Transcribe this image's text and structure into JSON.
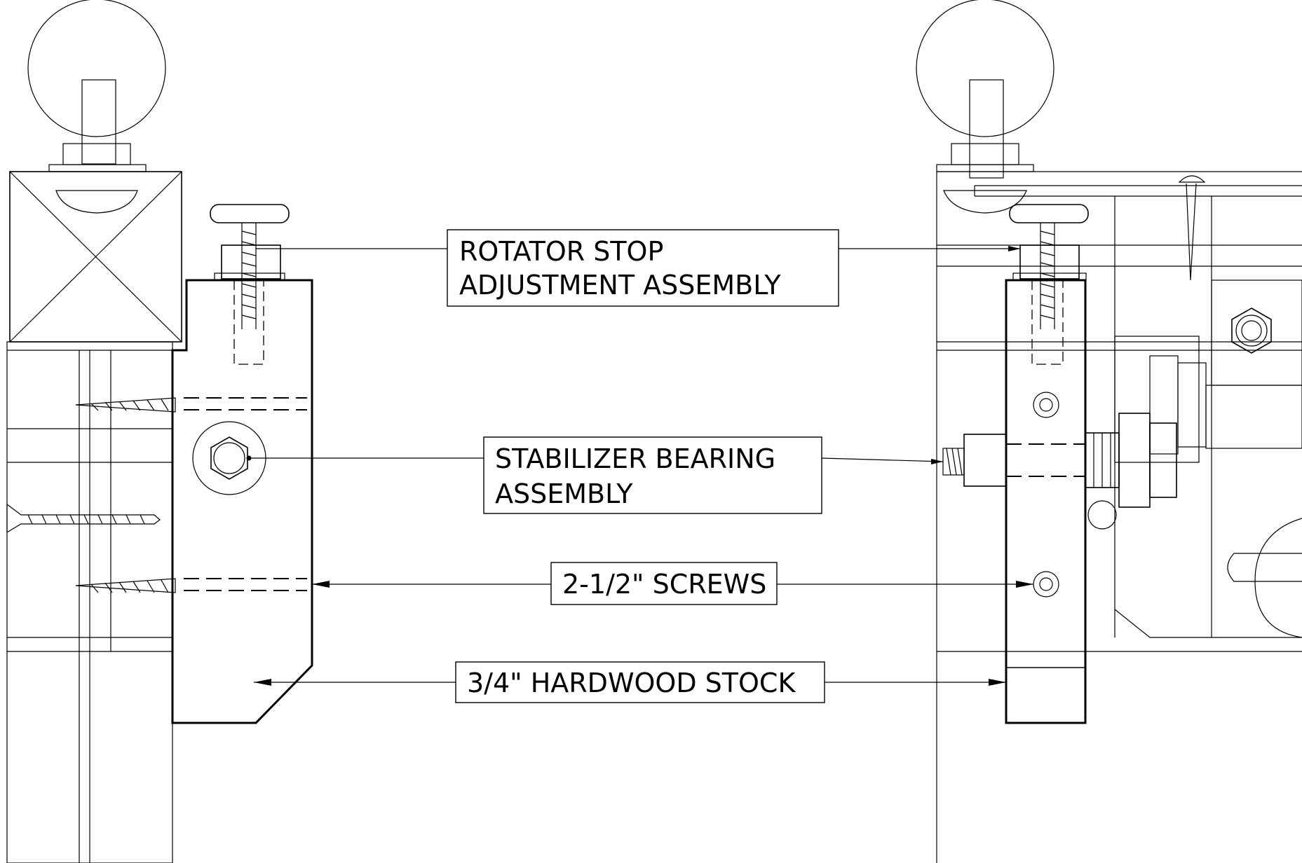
{
  "labels": {
    "rotator_stop": [
      "ROTATOR STOP",
      "ADJUSTMENT ASSEMBLY"
    ],
    "stabilizer_bearing": [
      "STABILIZER BEARING",
      "ASSEMBLY"
    ],
    "screws": "2-1/2\" SCREWS",
    "hardwood_stock": "3/4\" HARDWOOD STOCK"
  },
  "colors": {
    "ink": "#000000",
    "paper": "#ffffff"
  }
}
